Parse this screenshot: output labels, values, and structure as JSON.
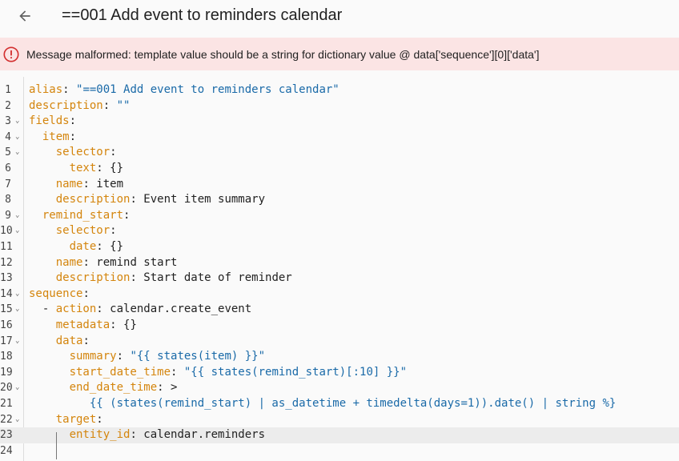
{
  "header": {
    "title": "==001 Add event to reminders calendar"
  },
  "alert": {
    "message": "Message malformed: template value should be a string for dictionary value @ data['sequence'][0]['data']"
  },
  "colors": {
    "key": "#d4850d",
    "string": "#1a6aa8",
    "error_bg": "#fbe4e4",
    "error_icon": "#d32f2f"
  },
  "editor": {
    "lines": [
      {
        "n": "1",
        "fold": "",
        "indent": "",
        "key": "alias",
        "sep": ": ",
        "val": "\"==001 Add event to reminders calendar\"",
        "vtype": "s"
      },
      {
        "n": "2",
        "fold": "",
        "indent": "",
        "key": "description",
        "sep": ": ",
        "val": "\"\"",
        "vtype": "s"
      },
      {
        "n": "3",
        "fold": "⌄",
        "indent": "",
        "key": "fields",
        "sep": ":",
        "val": "",
        "vtype": "p"
      },
      {
        "n": "4",
        "fold": "⌄",
        "indent": "  ",
        "key": "item",
        "sep": ":",
        "val": "",
        "vtype": "p"
      },
      {
        "n": "5",
        "fold": "⌄",
        "indent": "    ",
        "key": "selector",
        "sep": ":",
        "val": "",
        "vtype": "p"
      },
      {
        "n": "6",
        "fold": "",
        "indent": "      ",
        "key": "text",
        "sep": ": ",
        "val": "{}",
        "vtype": "p"
      },
      {
        "n": "7",
        "fold": "",
        "indent": "    ",
        "key": "name",
        "sep": ": ",
        "val": "item",
        "vtype": "p"
      },
      {
        "n": "8",
        "fold": "",
        "indent": "    ",
        "key": "description",
        "sep": ": ",
        "val": "Event item summary",
        "vtype": "p"
      },
      {
        "n": "9",
        "fold": "⌄",
        "indent": "  ",
        "key": "remind_start",
        "sep": ":",
        "val": "",
        "vtype": "p"
      },
      {
        "n": "10",
        "fold": "⌄",
        "indent": "    ",
        "key": "selector",
        "sep": ":",
        "val": "",
        "vtype": "p"
      },
      {
        "n": "11",
        "fold": "",
        "indent": "      ",
        "key": "date",
        "sep": ": ",
        "val": "{}",
        "vtype": "p"
      },
      {
        "n": "12",
        "fold": "",
        "indent": "    ",
        "key": "name",
        "sep": ": ",
        "val": "remind start",
        "vtype": "p"
      },
      {
        "n": "13",
        "fold": "",
        "indent": "    ",
        "key": "description",
        "sep": ": ",
        "val": "Start date of reminder",
        "vtype": "p"
      },
      {
        "n": "14",
        "fold": "⌄",
        "indent": "",
        "key": "sequence",
        "sep": ":",
        "val": "",
        "vtype": "p"
      },
      {
        "n": "15",
        "fold": "⌄",
        "indent": "  - ",
        "key": "action",
        "sep": ": ",
        "val": "calendar.create_event",
        "vtype": "p"
      },
      {
        "n": "16",
        "fold": "",
        "indent": "    ",
        "key": "metadata",
        "sep": ": ",
        "val": "{}",
        "vtype": "p"
      },
      {
        "n": "17",
        "fold": "⌄",
        "indent": "    ",
        "key": "data",
        "sep": ":",
        "val": "",
        "vtype": "p"
      },
      {
        "n": "18",
        "fold": "",
        "indent": "      ",
        "key": "summary",
        "sep": ": ",
        "val": "\"{{ states(item) }}\"",
        "vtype": "s"
      },
      {
        "n": "19",
        "fold": "",
        "indent": "      ",
        "key": "start_date_time",
        "sep": ": ",
        "val": "\"{{ states(remind_start)[:10] }}\"",
        "vtype": "s"
      },
      {
        "n": "20",
        "fold": "⌄",
        "indent": "      ",
        "key": "end_date_time",
        "sep": ": ",
        "val": ">",
        "vtype": "p"
      },
      {
        "n": "21",
        "fold": "",
        "indent": "         ",
        "key": "",
        "sep": "",
        "val": "{{ (states(remind_start) | as_datetime + timedelta(days=1)).date() | string %}",
        "vtype": "s"
      },
      {
        "n": "22",
        "fold": "⌄",
        "indent": "    ",
        "key": "target",
        "sep": ":",
        "val": "",
        "vtype": "p"
      },
      {
        "n": "23",
        "fold": "",
        "indent": "      ",
        "key": "entity_id",
        "sep": ": ",
        "val": "calendar.reminders",
        "vtype": "p"
      },
      {
        "n": "24",
        "fold": "",
        "indent": "",
        "key": "",
        "sep": "",
        "val": "",
        "vtype": "p"
      }
    ],
    "active_line": "23"
  }
}
